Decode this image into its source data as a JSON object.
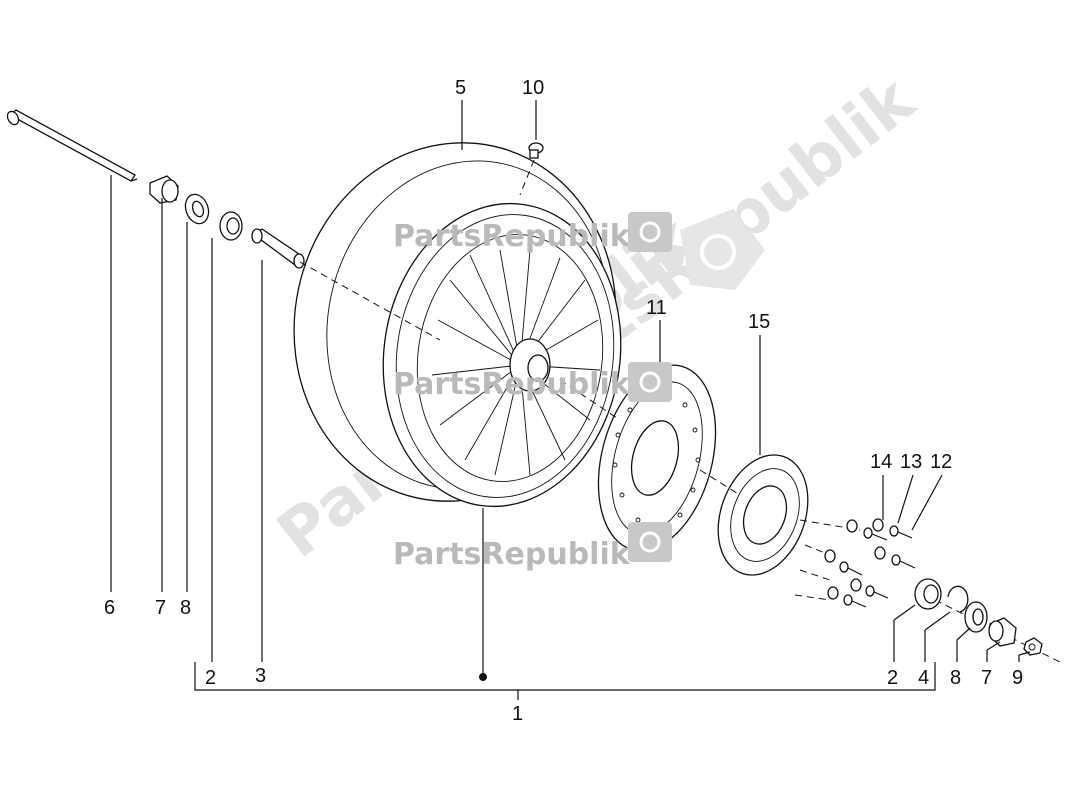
{
  "diagram": {
    "callouts": {
      "c1": "1",
      "c2a": "2",
      "c2b": "2",
      "c3": "3",
      "c4": "4",
      "c5": "5",
      "c6": "6",
      "c7a": "7",
      "c7b": "7",
      "c8a": "8",
      "c8b": "8",
      "c9": "9",
      "c10": "10",
      "c11": "11",
      "c12": "12",
      "c13": "13",
      "c14": "14",
      "c15": "15"
    },
    "watermarks": {
      "w1": "PartsRepublik",
      "w2": "PartsRepublik",
      "w3": "PartsRepublik",
      "w4": "PartsRepublik",
      "w5": "PartsRepublik"
    },
    "colors": {
      "line": "#111111",
      "watermark": "#b9b9b9",
      "watermark_faint": "#e2e2e2"
    }
  }
}
